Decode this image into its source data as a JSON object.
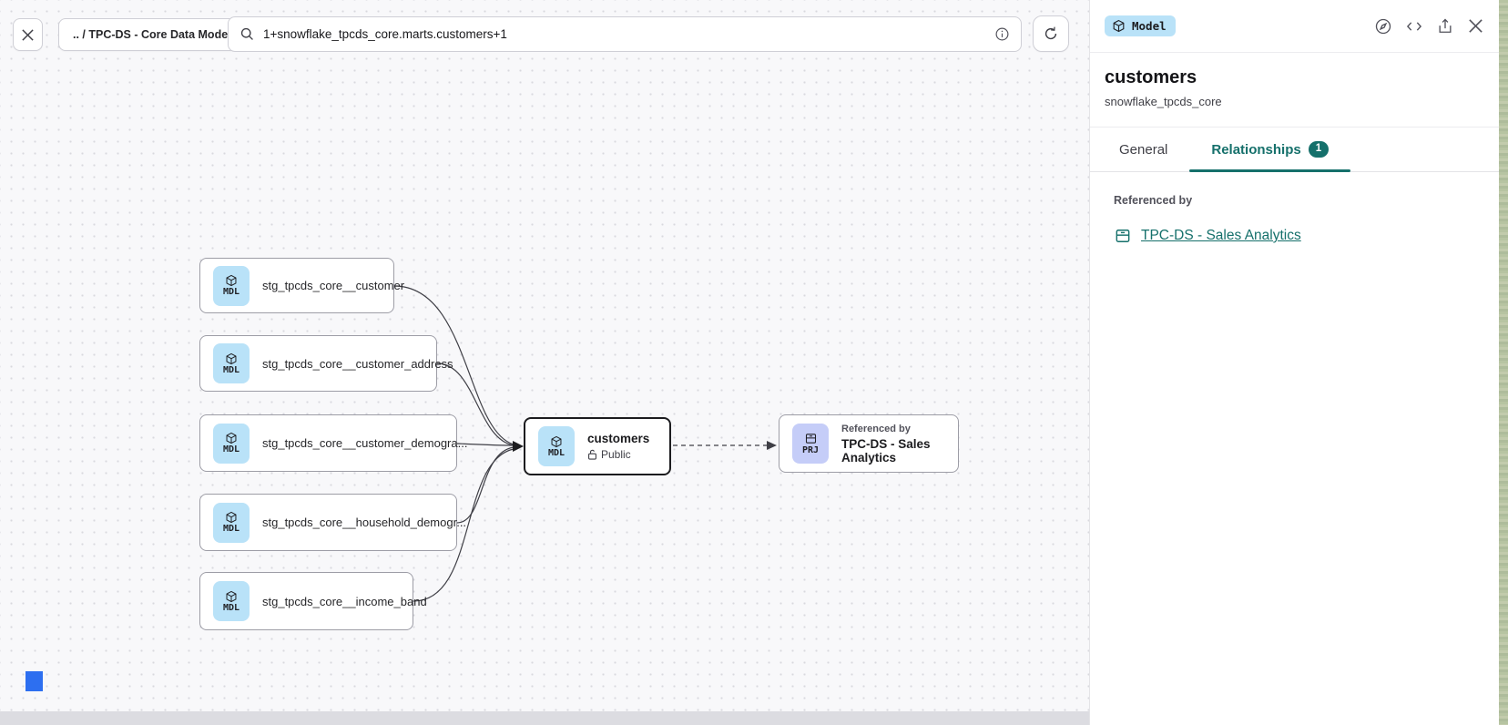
{
  "toolbar": {
    "breadcrumb": ".. / TPC-DS - Core Data Models",
    "search_value": "1+snowflake_tpcds_core.marts.customers+1"
  },
  "graph": {
    "nodes": [
      {
        "type": "MDL",
        "label": "stg_tpcds_core__customer"
      },
      {
        "type": "MDL",
        "label": "stg_tpcds_core__customer_address"
      },
      {
        "type": "MDL",
        "label": "stg_tpcds_core__customer_demogra..."
      },
      {
        "type": "MDL",
        "label": "stg_tpcds_core__household_demogr..."
      },
      {
        "type": "MDL",
        "label": "stg_tpcds_core__income_band"
      },
      {
        "type": "MDL",
        "label": "customers",
        "visibility": "Public"
      },
      {
        "type": "PRJ",
        "overline": "Referenced by",
        "label": "TPC-DS - Sales Analytics"
      }
    ]
  },
  "panel": {
    "type_badge": "Model",
    "title": "customers",
    "subtitle": "snowflake_tpcds_core",
    "tabs": [
      {
        "label": "General"
      },
      {
        "label": "Relationships",
        "badge": "1"
      }
    ],
    "referenced_by_label": "Referenced by",
    "referenced_by_link": "TPC-DS - Sales Analytics"
  },
  "colors": {
    "accent_teal": "#15706b",
    "model_chip_bg": "#b9e2f8",
    "project_chip_bg": "#c5cdf8",
    "selection_blue": "#2d6ff0",
    "canvas_bg": "#f8f8fa"
  }
}
